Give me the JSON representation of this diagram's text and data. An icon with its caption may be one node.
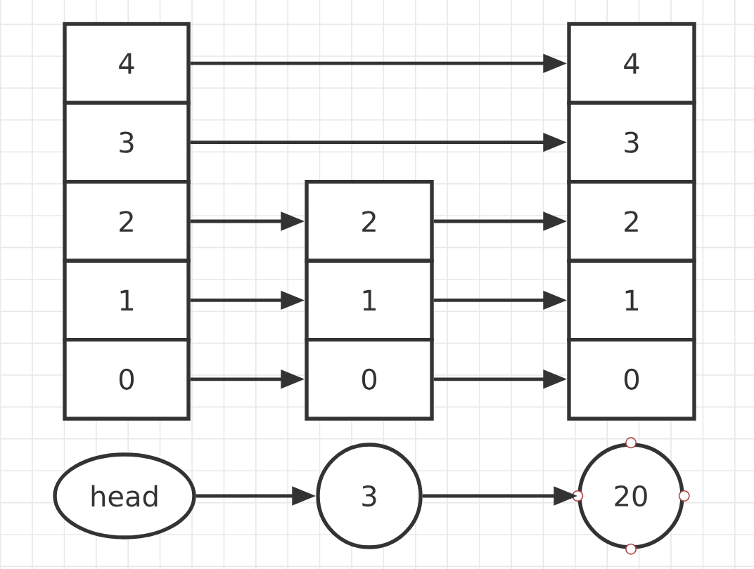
{
  "diagram": {
    "nodes": [
      {
        "text": [
          "4"
        ]
      },
      {
        "text": [
          "3"
        ]
      },
      {
        "text": [
          "2"
        ]
      },
      {
        "text": [
          "1"
        ]
      },
      {
        "text": [
          "0"
        ]
      },
      {
        "text": [
          "2"
        ]
      },
      {
        "text": [
          "1"
        ]
      },
      {
        "text": [
          "0"
        ]
      },
      {
        "text": [
          "4"
        ]
      },
      {
        "text": [
          "3"
        ]
      },
      {
        "text": [
          "2"
        ]
      },
      {
        "text": [
          "1"
        ]
      },
      {
        "text": [
          "0"
        ]
      },
      {
        "text": [
          "head"
        ]
      },
      {
        "text": [
          "3"
        ]
      },
      {
        "text": [
          "20"
        ]
      }
    ],
    "edges": [
      {
        "from": 0,
        "to": 8,
        "arrow": "to"
      },
      {
        "from": 1,
        "to": 9,
        "arrow": "to"
      },
      {
        "from": 2,
        "to": 5,
        "arrow": "to"
      },
      {
        "from": 5,
        "to": 10,
        "arrow": "to"
      },
      {
        "from": 3,
        "to": 6,
        "arrow": "to"
      },
      {
        "from": 6,
        "to": 11,
        "arrow": "to"
      },
      {
        "from": 4,
        "to": 7,
        "arrow": "to"
      },
      {
        "from": 7,
        "to": 12,
        "arrow": "to"
      },
      {
        "from": 13,
        "to": 14,
        "arrow": "to"
      },
      {
        "from": 14,
        "to": 15,
        "arrow": "to"
      }
    ]
  }
}
